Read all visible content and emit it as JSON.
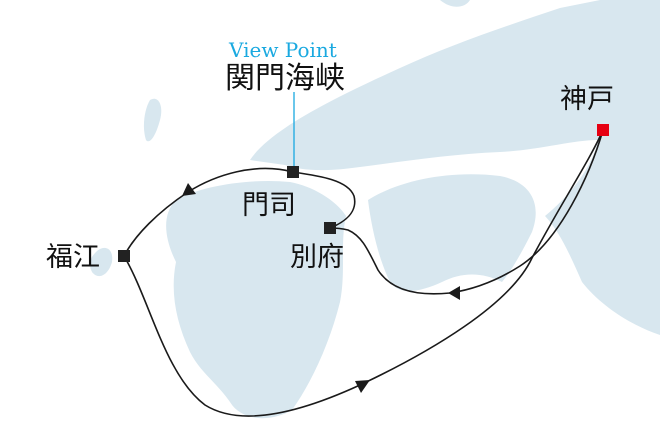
{
  "colors": {
    "land": "#d8e7ef",
    "route": "#1a1a1a",
    "port": "#222222",
    "origin": "#e60012",
    "viewpoint": "#1aa9e0"
  },
  "viewpoint": {
    "label": "View Point",
    "name": "関門海峡"
  },
  "ports": [
    {
      "name": "神戸",
      "role": "origin"
    },
    {
      "name": "門司",
      "role": "stop"
    },
    {
      "name": "別府",
      "role": "stop"
    },
    {
      "name": "福江",
      "role": "stop"
    }
  ]
}
